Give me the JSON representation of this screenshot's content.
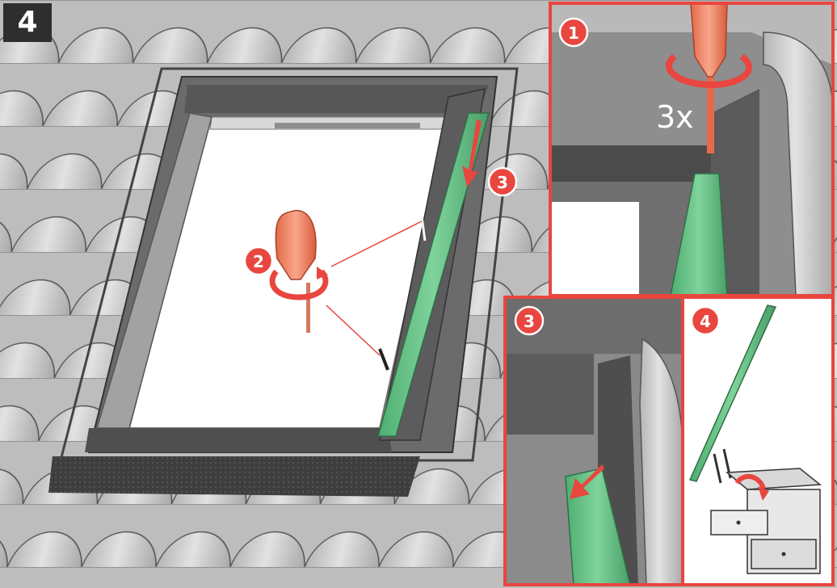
{
  "step_number": "4",
  "panels": {
    "main": {
      "badge": "2",
      "badge2": "3"
    },
    "topright": {
      "badge": "1",
      "repeat_label": "3x"
    },
    "bottommid": {
      "badge": "3"
    },
    "bottomright": {
      "badge": "4"
    }
  },
  "colors": {
    "frame": "#e8463f",
    "badge": "#e8463f",
    "green_cover": "#6cc58a",
    "tile": "#c9c9c9",
    "flashing": "#4a4a4a",
    "screwdriver": "#f28c6a"
  }
}
